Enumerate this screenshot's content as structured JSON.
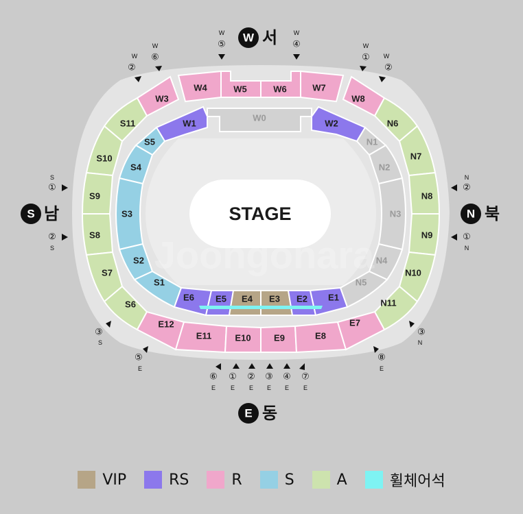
{
  "stage": "STAGE",
  "watermark": "Joongonara",
  "colors": {
    "VIP": "#b6a587",
    "RS": "#8c78ec",
    "R": "#f0a7cb",
    "S": "#95d0e4",
    "A": "#cde3ae",
    "floor": "#d2d2d2",
    "wheelchair": "#7ef3f3",
    "background": "#cbcbcb",
    "track": "#e4e4e4",
    "field": "#ececec",
    "stage": "#ffffff"
  },
  "directions": {
    "west": {
      "letter": "W",
      "text": "서"
    },
    "east": {
      "letter": "E",
      "text": "동"
    },
    "south": {
      "letter": "S",
      "text": "남"
    },
    "north": {
      "letter": "N",
      "text": "북"
    }
  },
  "sections": {
    "W0": "W0",
    "W1": "W1",
    "W2": "W2",
    "W3": "W3",
    "W4": "W4",
    "W5": "W5",
    "W6": "W6",
    "W7": "W7",
    "W8": "W8",
    "E1": "E1",
    "E2": "E2",
    "E3": "E3",
    "E4": "E4",
    "E5": "E5",
    "E6": "E6",
    "E7": "E7",
    "E8": "E8",
    "E9": "E9",
    "E10": "E10",
    "E11": "E11",
    "E12": "E12",
    "S1": "S1",
    "S2": "S2",
    "S3": "S3",
    "S4": "S4",
    "S5": "S5",
    "S6": "S6",
    "S7": "S7",
    "S8": "S8",
    "S9": "S9",
    "S10": "S10",
    "S11": "S11",
    "N1": "N1",
    "N2": "N2",
    "N3": "N3",
    "N4": "N4",
    "N5": "N5",
    "N6": "N6",
    "N7": "N7",
    "N8": "N8",
    "N9": "N9",
    "N10": "N10",
    "N11": "N11"
  },
  "gates": {
    "w5": {
      "num": "⑤",
      "sub": "W"
    },
    "w4": {
      "num": "④",
      "sub": "W"
    },
    "w2l": {
      "num": "②",
      "sub": "W"
    },
    "w6": {
      "num": "⑥",
      "sub": "W"
    },
    "w1": {
      "num": "①",
      "sub": "W"
    },
    "w2r": {
      "num": "②",
      "sub": "W"
    },
    "s1": {
      "num": "①",
      "sub": "S"
    },
    "s2": {
      "num": "②",
      "sub": "S"
    },
    "s3": {
      "num": "③",
      "sub": "S"
    },
    "n2": {
      "num": "②",
      "sub": "N"
    },
    "n1": {
      "num": "①",
      "sub": "N"
    },
    "n3": {
      "num": "③",
      "sub": "N"
    },
    "e5": {
      "num": "⑤",
      "sub": "E"
    },
    "e8": {
      "num": "⑧",
      "sub": "E"
    },
    "e6": {
      "num": "⑥",
      "sub": "E"
    },
    "e1": {
      "num": "①",
      "sub": "E"
    },
    "e2": {
      "num": "②",
      "sub": "E"
    },
    "e3": {
      "num": "③",
      "sub": "E"
    },
    "e4": {
      "num": "④",
      "sub": "E"
    },
    "e7": {
      "num": "⑦",
      "sub": "E"
    }
  },
  "legend": [
    {
      "key": "VIP",
      "label": "VIP",
      "color": "#b6a587"
    },
    {
      "key": "RS",
      "label": "RS",
      "color": "#8c78ec"
    },
    {
      "key": "R",
      "label": "R",
      "color": "#f0a7cb"
    },
    {
      "key": "S",
      "label": "S",
      "color": "#95d0e4"
    },
    {
      "key": "A",
      "label": "A",
      "color": "#cde3ae"
    },
    {
      "key": "wheelchair",
      "label": "휠체어석",
      "color": "#7ef3f3"
    }
  ]
}
